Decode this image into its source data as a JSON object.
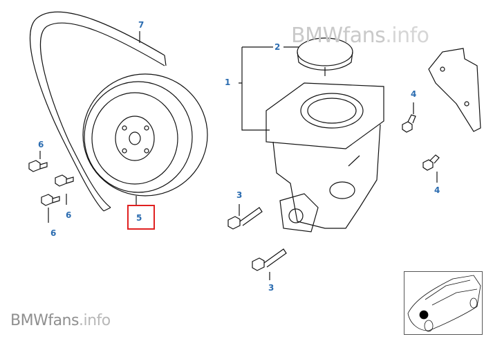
{
  "diagram": {
    "callouts": [
      {
        "id": "belt",
        "label": "7"
      },
      {
        "id": "cap",
        "label": "2"
      },
      {
        "id": "pump",
        "label": "1"
      },
      {
        "id": "bolt-upper-right",
        "label": "4"
      },
      {
        "id": "bolt-left-top",
        "label": "6"
      },
      {
        "id": "bolt-left-mid",
        "label": "6"
      },
      {
        "id": "bolt-left-bottom",
        "label": "6"
      },
      {
        "id": "pulley",
        "label": "5"
      },
      {
        "id": "bolt-center",
        "label": "3"
      },
      {
        "id": "bolt-lower",
        "label": "3"
      },
      {
        "id": "bolt-lower-right",
        "label": "4"
      }
    ],
    "selected_callout": "5",
    "highlight_color": "#e02020",
    "callout_color": "#2b6cb0"
  },
  "watermark": {
    "brand": "BMWfans",
    "suffix": ".info"
  }
}
